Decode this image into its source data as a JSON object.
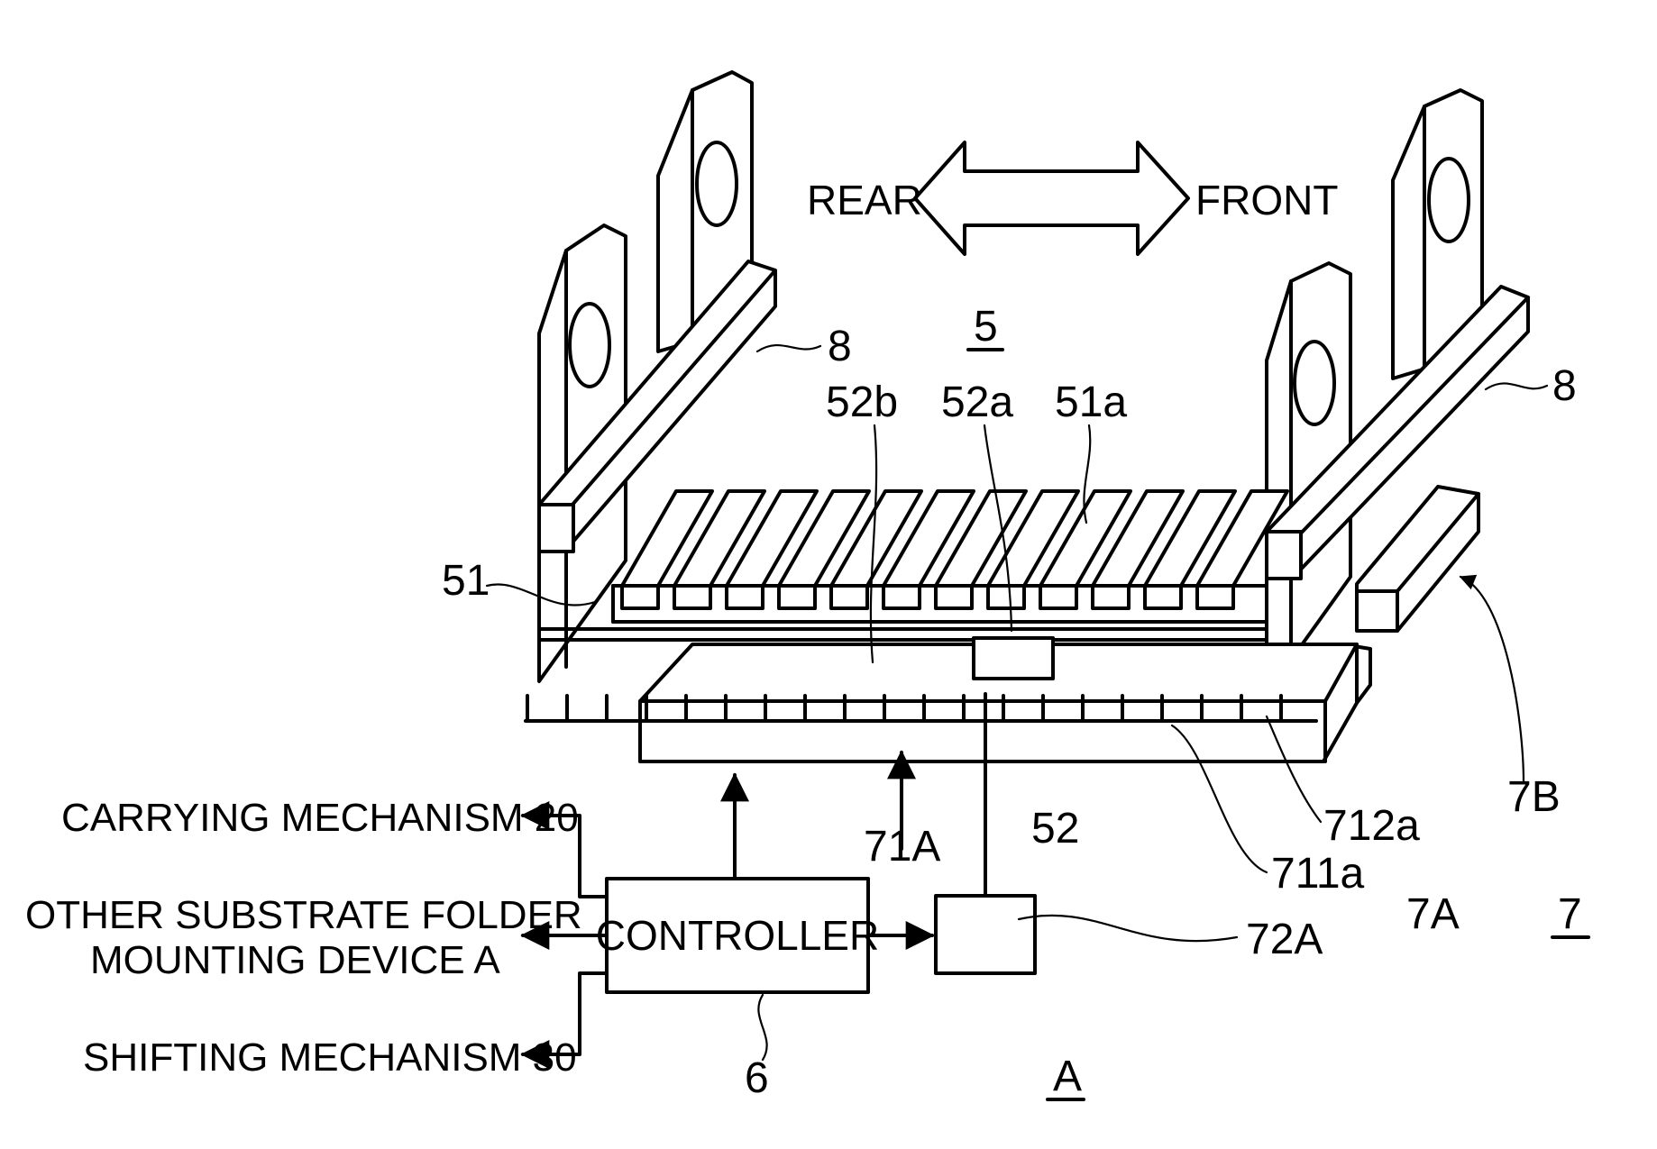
{
  "labels": {
    "rear": "REAR",
    "front": "FRONT",
    "ref_5": "5",
    "ref_8_left": "8",
    "ref_8_right": "8",
    "ref_52b": "52b",
    "ref_52a": "52a",
    "ref_51a": "51a",
    "ref_51": "51",
    "ref_71A": "71A",
    "ref_52": "52",
    "ref_712a": "712a",
    "ref_711a": "711a",
    "ref_7B": "7B",
    "ref_7A": "7A",
    "ref_7": "7",
    "ref_72A": "72A",
    "ref_6": "6",
    "ref_A": "A",
    "controller": "CONTROLLER",
    "carrying": "CARRYING MECHANISM 20",
    "other_line1": "OTHER SUBSTRATE FOLDER",
    "other_line2": "MOUNTING DEVICE A",
    "shifting": "SHIFTING MECHANISM 30"
  }
}
